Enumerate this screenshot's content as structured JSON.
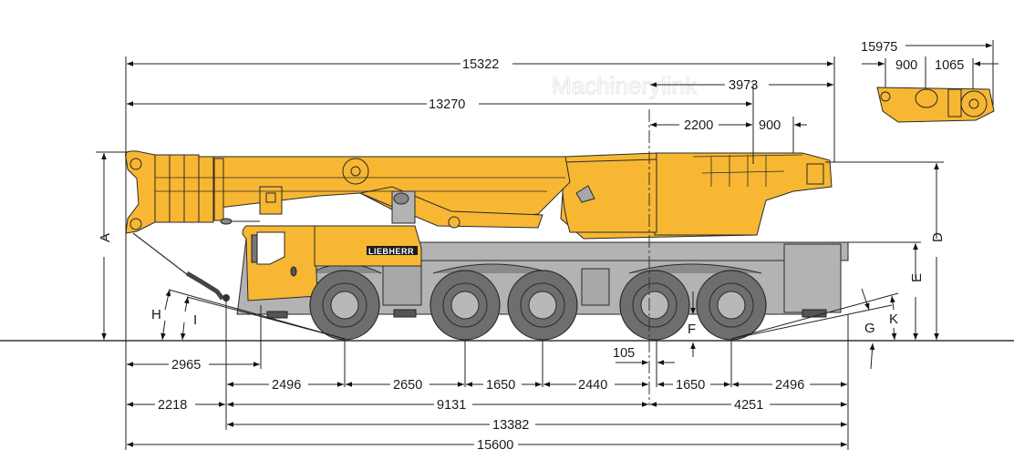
{
  "watermark": "Machinerylink",
  "brand_label": "LIEBHERR",
  "colors": {
    "crane_yellow": "#f7b733",
    "chassis_grey": "#b3b3b3",
    "tire_grey": "#6e6e6e",
    "line": "#222222"
  },
  "top_dimensions": {
    "overall_boom_length": "15322",
    "boom_to_center": "13270",
    "center_to_tail": "3973",
    "center_offset_a": "2200",
    "center_offset_b": "900"
  },
  "inset": {
    "tail_radius": "15975",
    "offset_a": "900",
    "offset_b": "1065"
  },
  "height_labels": {
    "A": "A",
    "D": "D",
    "E": "E",
    "F": "F",
    "G": "G",
    "H": "H",
    "I": "I",
    "K": "K"
  },
  "bottom_dimensions": {
    "front_overhang": "2965",
    "axle_1_2": "2496",
    "axle_2_3": "2650",
    "axle_3_4": "1650",
    "axle_4_center": "2440",
    "center_offset": "105",
    "axle_5_6": "1650",
    "axle_6_rear": "2496",
    "front_to_axle1": "2218",
    "axle1_to_center": "9131",
    "center_to_rear": "4251",
    "axle1_to_rear": "13382",
    "overall_length": "15600"
  }
}
